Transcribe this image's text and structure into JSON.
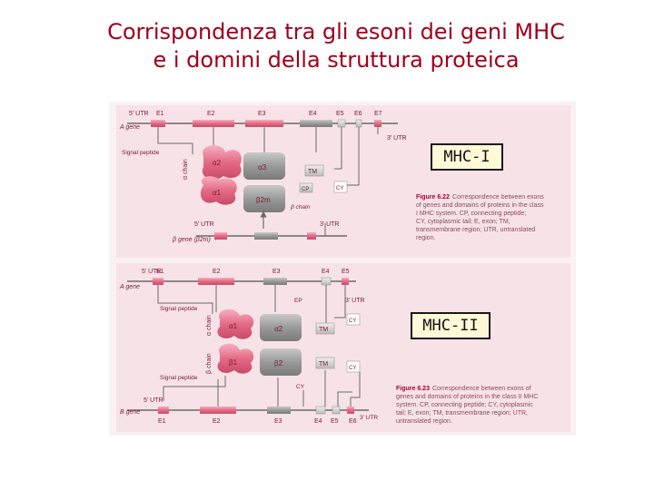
{
  "title": {
    "line1": "Corrispondenza tra gli esoni dei geni MHC",
    "line2": "e i domini della struttura proteica"
  },
  "labels": {
    "mhc1": "MHC-I",
    "mhc2": "MHC-II"
  },
  "class1": {
    "utr5": "5' UTR",
    "exons": [
      "E1",
      "E2",
      "E3",
      "E4",
      "E5",
      "E6",
      "E7"
    ],
    "gene": "A gene",
    "utr3": "3' UTR",
    "signal_peptide": "Signal peptide",
    "chain": "α chain",
    "domains": [
      "α2",
      "α1",
      "α3",
      "β2m"
    ],
    "tm": "TM",
    "cp": "CP",
    "cy": "CY",
    "beta_chain": "β chain",
    "b_utr5": "5' UTR",
    "b_utr3": "3' UTR",
    "b_gene": "β gene (β2m)",
    "caption_head": "Figure 6.22",
    "caption": [
      "Correspondence between exons",
      "of genes and domains of proteins in the class",
      "I MHC system. CP, connecting peptide;",
      "CY, cytoplasmic tail; E, exon; TM,",
      "transmembrane region; UTR, untranslated",
      "region."
    ]
  },
  "class2": {
    "utr5": "5' UTR",
    "exons_top": [
      "E1",
      "E2",
      "E3",
      "E4",
      "E5"
    ],
    "gene_a": "A gene",
    "ep": "EP",
    "utr3": "3' UTR",
    "signal_peptide": "Signal peptide",
    "chain_a": "α chain",
    "chain_b": "β chain",
    "domains": [
      "α1",
      "α2",
      "β1",
      "β2"
    ],
    "tm": "TM",
    "cy": "CY",
    "signal_peptide_b": "Signal peptide",
    "b_utr5": "5' UTR",
    "gene_b": "B gene",
    "exons_bottom": [
      "E1",
      "E2",
      "E3",
      "E4",
      "E5",
      "E6"
    ],
    "b_utr3": "3' UTR",
    "caption_head": "Figure 6.23",
    "caption": [
      "Correspondence between exons of",
      "genes and domains of proteins in the class II MHC",
      "system. CP, connecting peptide; CY, cytoplasmic",
      "tail; E, exon; TM, transmembrane region; UTR,",
      "untranslated region."
    ]
  },
  "colors": {
    "title": "#a0001a",
    "exon": "#e8708a",
    "domain": "#e89aa8",
    "box": "#9a9a9a",
    "background": "#f8eaec"
  }
}
